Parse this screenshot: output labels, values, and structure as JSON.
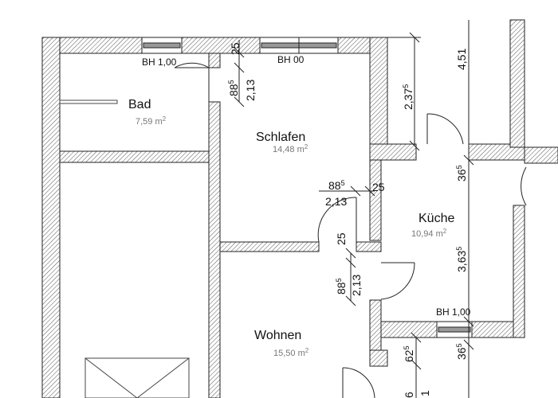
{
  "rooms": {
    "bad": {
      "name": "Bad",
      "area_value": "7,59 m",
      "area_sup": "2"
    },
    "schlafen": {
      "name": "Schlafen",
      "area_value": "14,48 m",
      "area_sup": "2"
    },
    "kueche": {
      "name": "Küche",
      "area_value": "10,94 m",
      "area_sup": "2"
    },
    "wohnen": {
      "name": "Wohnen",
      "area_value": "15,50 m",
      "area_sup": "2"
    }
  },
  "window_labels": {
    "bad": "BH 1,00",
    "schlafen": "BH 00",
    "kueche": "BH 1,00"
  },
  "dimensions": {
    "d_25_top": "25",
    "d_88_top_main": "88",
    "d_88_top_sup": "5",
    "d_213_top": "2,13",
    "d_237_main": "2,37",
    "d_237_sup": "5",
    "d_451": "4,51",
    "d_36_right_main": "36",
    "d_36_right_sup": "5",
    "d_88_mid_main": "88",
    "d_88_mid_sup": "5",
    "d_213_mid": "2,13",
    "d_25_mid": "25",
    "d_25_low": "25",
    "d_3635_main": "3,63",
    "d_3635_sup": "5",
    "d_88_low_main": "88",
    "d_88_low_sup": "5",
    "d_213_low": "2,13",
    "d_62_main": "62",
    "d_62_sup": "5",
    "d_36_low_main": "36",
    "d_36_low_sup": "5",
    "d_6_bottom": "6",
    "d_1_bottom": "1"
  }
}
